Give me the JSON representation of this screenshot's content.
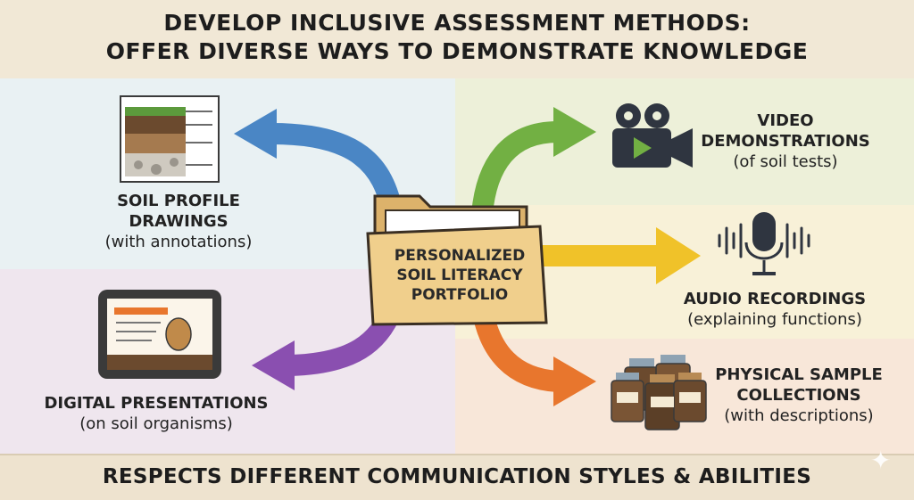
{
  "title": {
    "line1": "DEVELOP INCLUSIVE ASSESSMENT METHODS:",
    "line2": "OFFER DIVERSE WAYS TO DEMONSTRATE KNOWLEDGE"
  },
  "center": {
    "line1": "PERSONALIZED",
    "line2": "SOIL LITERACY",
    "line3": "PORTFOLIO"
  },
  "items": {
    "soil_profile": {
      "head1": "SOIL PROFILE",
      "head2": "DRAWINGS",
      "sub": "(with annotations)",
      "icon": "soil-profile-icon"
    },
    "digital_presentations": {
      "head1": "DIGITAL PRESENTATIONS",
      "sub": "(on soil organisms)",
      "icon": "tablet-presentation-icon"
    },
    "video": {
      "head1": "VIDEO",
      "head2": "DEMONSTRATIONS",
      "sub": "(of soil tests)",
      "icon": "video-camera-icon"
    },
    "audio": {
      "head1": "AUDIO RECORDINGS",
      "sub": "(explaining functions)",
      "icon": "microphone-icon"
    },
    "physical": {
      "head1": "PHYSICAL SAMPLE",
      "head2": "COLLECTIONS",
      "sub": "(with descriptions)",
      "icon": "sample-jars-icon"
    }
  },
  "footer": "RESPECTS DIFFERENT COMMUNICATION STYLES & ABILITIES",
  "colors": {
    "arrow_blue": "#4a86c5",
    "arrow_purple": "#8a4fb0",
    "arrow_green": "#72b043",
    "arrow_yellow": "#f0c229",
    "arrow_orange": "#e8762d",
    "folder": "#f0cf8c"
  }
}
